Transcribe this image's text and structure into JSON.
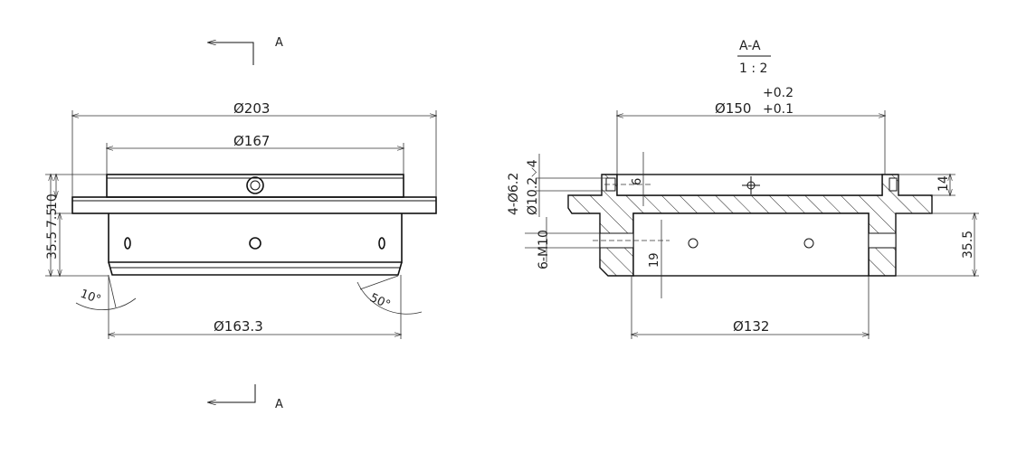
{
  "section_marker": {
    "label_top": "A",
    "label_bottom": "A"
  },
  "front_view": {
    "dims": {
      "outer_diameter": "Ø203",
      "top_diameter": "Ø167",
      "bottom_diameter": "Ø163.3",
      "height_total": "35.5",
      "height_mid": "7.5",
      "height_top": "10",
      "angle_left": "10°",
      "angle_right": "50°"
    }
  },
  "section_view": {
    "title": "A-A",
    "scale": "1 : 2",
    "dims": {
      "bore_diameter": "Ø150",
      "tol_upper": "+0.2",
      "tol_lower": "+0.1",
      "inner_diameter": "Ø132",
      "height": "35.5",
      "flange_height": "14",
      "counterbore_depth": "6",
      "thread_offset": "19",
      "holes_callout": "4-Ø6.2",
      "counterbore_callout": "Ø10.2⌵4",
      "thread_callout": "6-M10"
    }
  }
}
